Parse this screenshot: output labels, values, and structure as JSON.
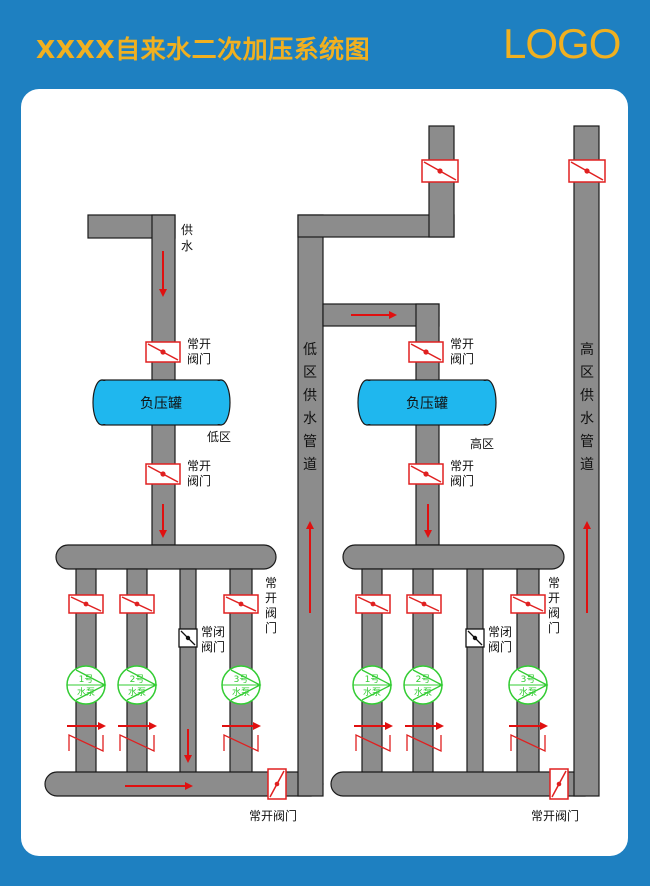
{
  "title": "XXXX自来水二次加压系统图",
  "logo": "LOGO",
  "colors": {
    "background": "#1e80c1",
    "title": "#f0b020",
    "pipe": "#8c8c8c",
    "tank": "#1fb7ee",
    "valve": "#e02020",
    "pump": "#33cc33",
    "flow_arrow": "#e01010"
  },
  "labels": {
    "supply": "供水",
    "valve_normally_open": "常开阀门",
    "valve_normally_closed": "常闭阀门",
    "tank_name": "负压罐",
    "low_zone": "低区",
    "high_zone": "高区",
    "low_zone_pipe": "低区供水管道",
    "high_zone_pipe": "高区供水管道",
    "pump_suffix": "水泵",
    "pumps": [
      "1号",
      "2号",
      "3号"
    ]
  }
}
